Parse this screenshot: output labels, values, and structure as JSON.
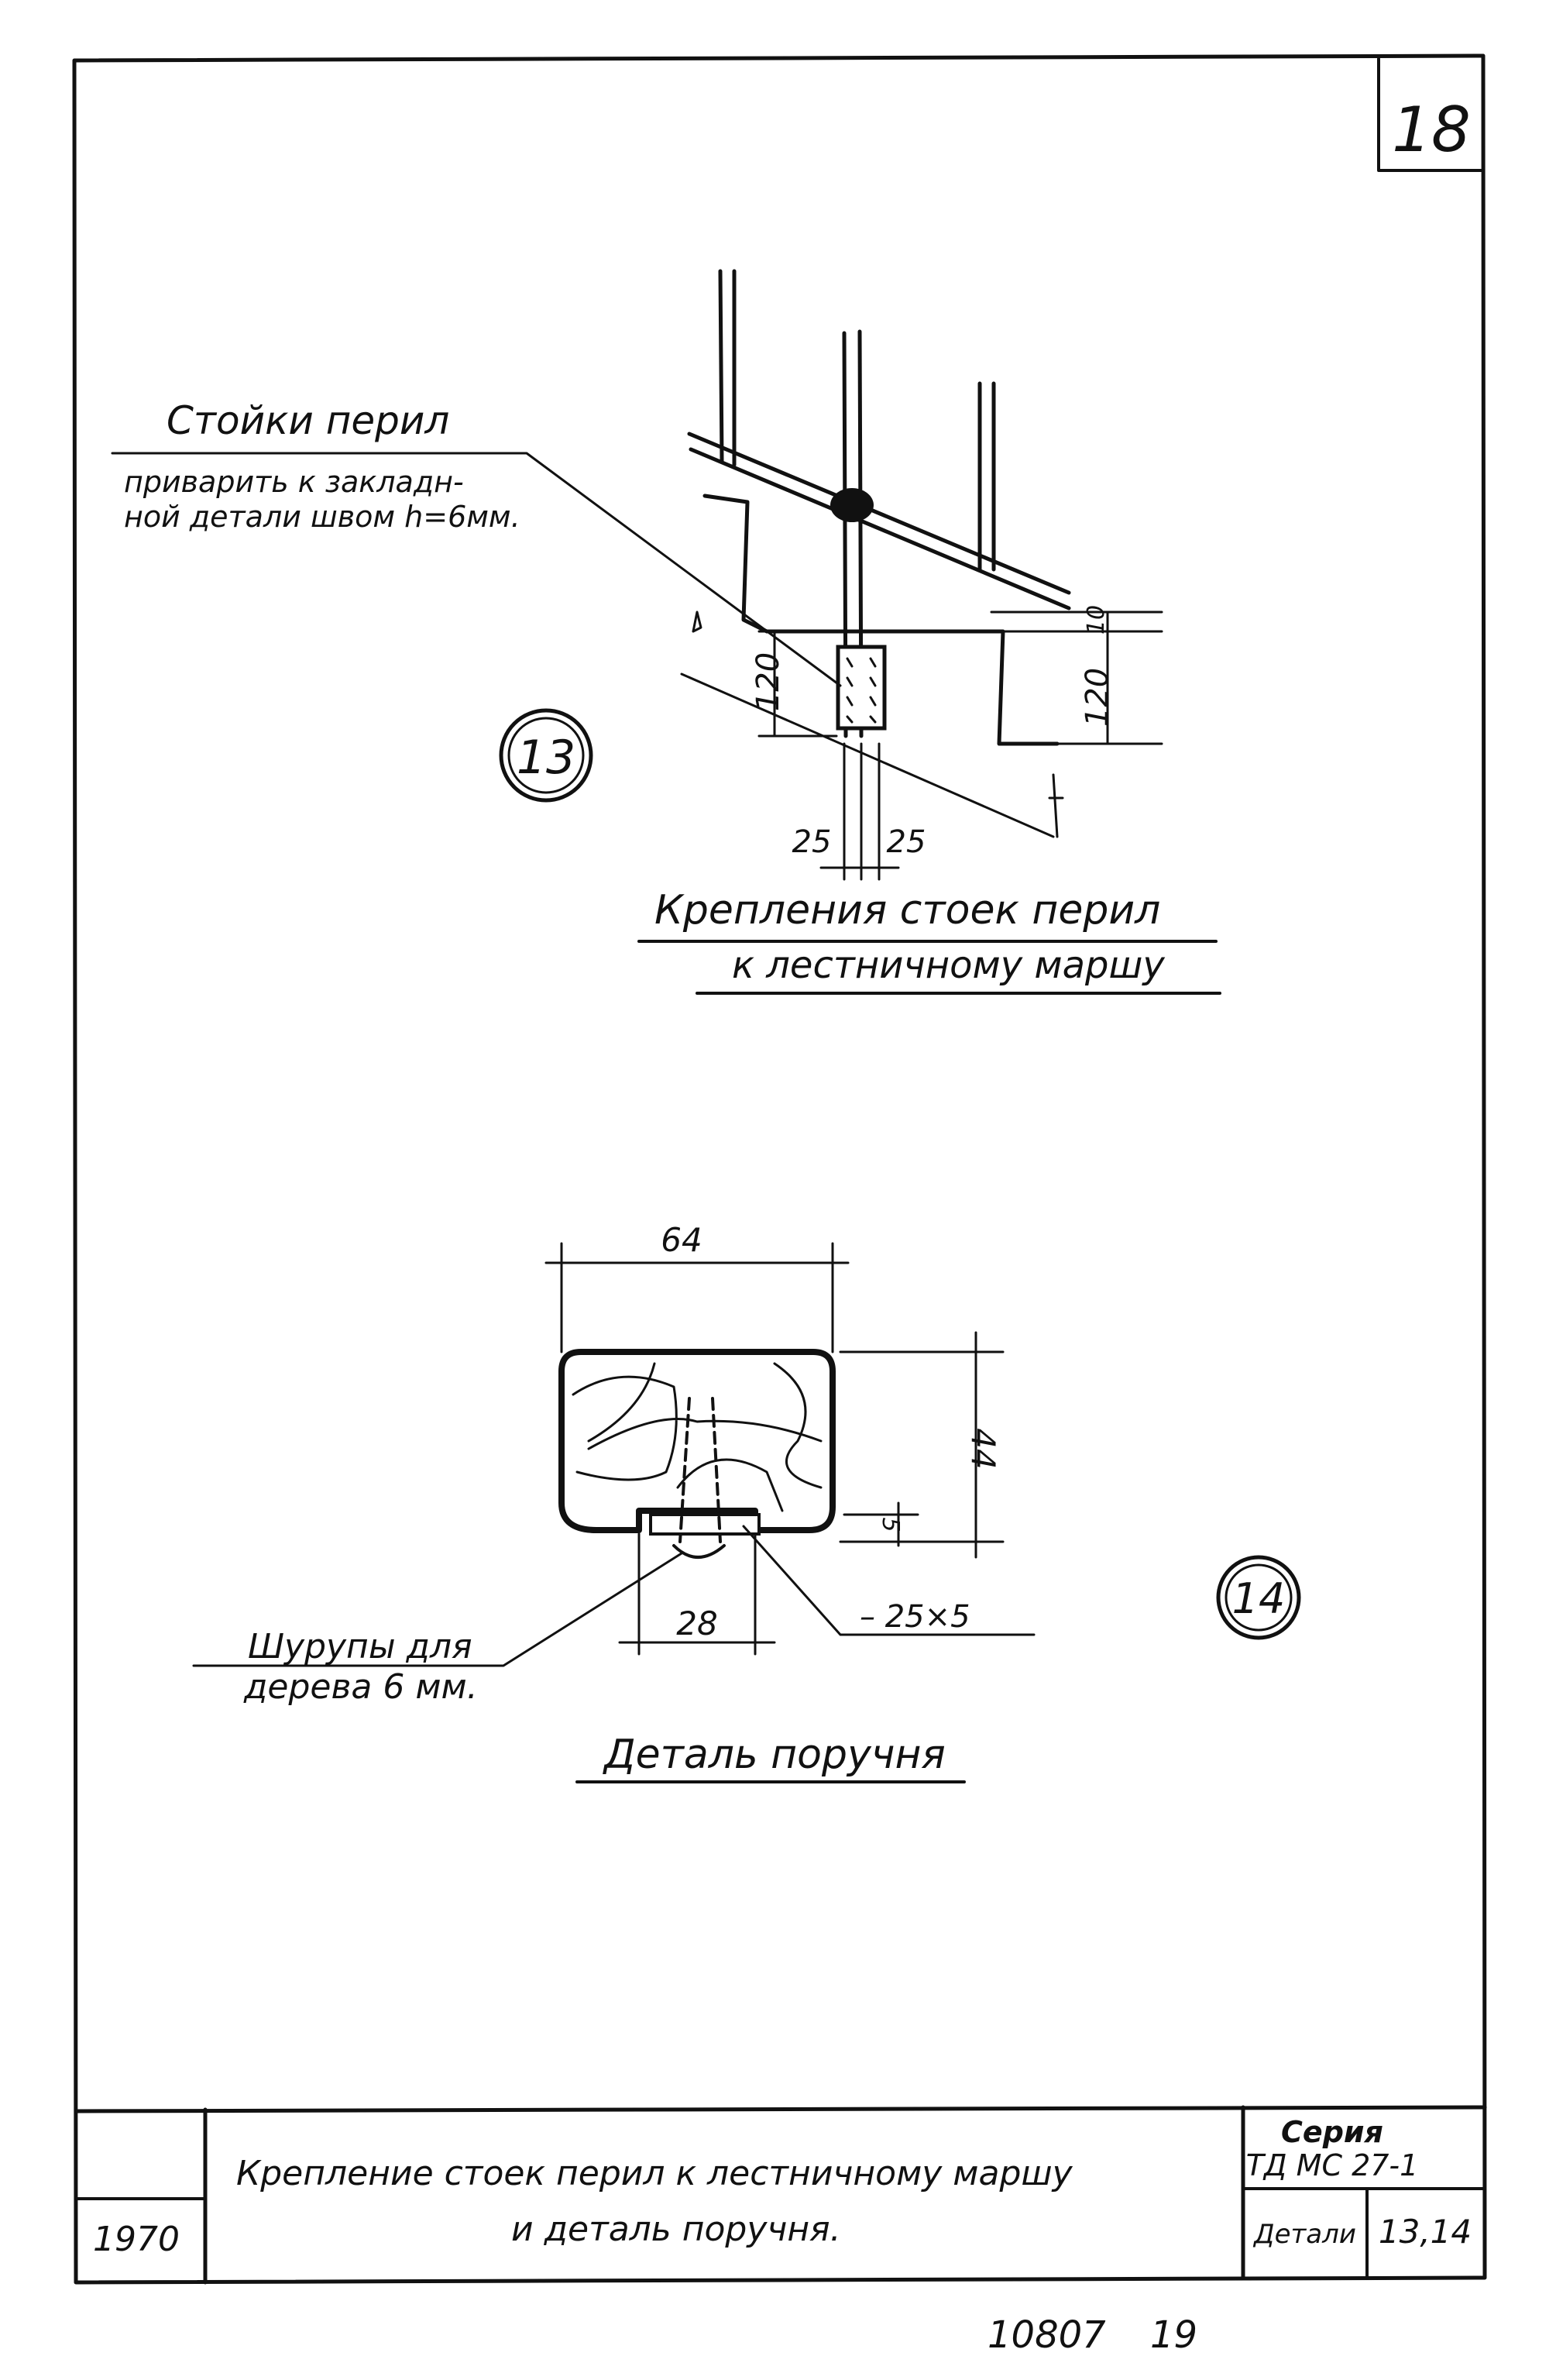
{
  "sheet": {
    "number": "18"
  },
  "detail13": {
    "marker": "13",
    "note_title": "Стойки перил",
    "note_line1": "приварить к закладн-",
    "note_line2": "ной детали швом h=6мм.",
    "dim_120_left": "120",
    "dim_120_right": "120",
    "dim_10": "10",
    "dim_25_left": "25",
    "dim_25_right": "25",
    "caption_line1": "Крепления стоек перил",
    "caption_line2": "к лестничному маршу"
  },
  "detail14": {
    "marker": "14",
    "dim_64": "64",
    "dim_44": "44",
    "dim_5": "5",
    "dim_28": "28",
    "strip_label": "– 25×5",
    "screw_line1": "Шурупы для",
    "screw_line2": "дерева 6 мм.",
    "caption": "Деталь поручня"
  },
  "title_block": {
    "year": "1970",
    "title_line1": "Крепление стоек перил к лестничному маршу",
    "title_line2": "и деталь поручня.",
    "series_label": "Серия",
    "series_value": "ТД МС 27-1",
    "details_label": "Детали",
    "details_value": "13,14"
  },
  "footer": {
    "doc_number": "10807",
    "page": "19"
  }
}
